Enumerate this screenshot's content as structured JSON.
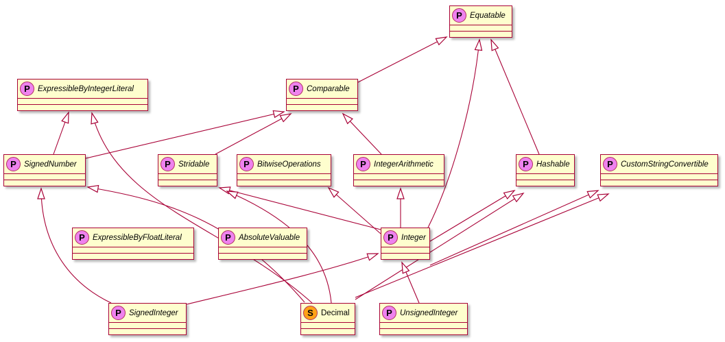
{
  "diagram": {
    "kind": "uml-class-diagram",
    "nodes": [
      {
        "id": "equatable",
        "label": "Equatable",
        "stereotype": "P",
        "kind": "protocol"
      },
      {
        "id": "ebil",
        "label": "ExpressibleByIntegerLiteral",
        "stereotype": "P",
        "kind": "protocol"
      },
      {
        "id": "comparable",
        "label": "Comparable",
        "stereotype": "P",
        "kind": "protocol"
      },
      {
        "id": "signednumber",
        "label": "SignedNumber",
        "stereotype": "P",
        "kind": "protocol"
      },
      {
        "id": "stridable",
        "label": "Stridable",
        "stereotype": "P",
        "kind": "protocol"
      },
      {
        "id": "bitwiseoperations",
        "label": "BitwiseOperations",
        "stereotype": "P",
        "kind": "protocol"
      },
      {
        "id": "integerarithmetic",
        "label": "IntegerArithmetic",
        "stereotype": "P",
        "kind": "protocol"
      },
      {
        "id": "hashable",
        "label": "Hashable",
        "stereotype": "P",
        "kind": "protocol"
      },
      {
        "id": "csc",
        "label": "CustomStringConvertible",
        "stereotype": "P",
        "kind": "protocol"
      },
      {
        "id": "ebfl",
        "label": "ExpressibleByFloatLiteral",
        "stereotype": "P",
        "kind": "protocol"
      },
      {
        "id": "absolutevaluable",
        "label": "AbsoluteValuable",
        "stereotype": "P",
        "kind": "protocol"
      },
      {
        "id": "integer",
        "label": "Integer",
        "stereotype": "P",
        "kind": "protocol"
      },
      {
        "id": "signedinteger",
        "label": "SignedInteger",
        "stereotype": "P",
        "kind": "protocol"
      },
      {
        "id": "decimal",
        "label": "Decimal",
        "stereotype": "S",
        "kind": "struct"
      },
      {
        "id": "unsignedinteger",
        "label": "UnsignedInteger",
        "stereotype": "P",
        "kind": "protocol"
      }
    ],
    "edges": [
      {
        "from": "comparable",
        "to": "equatable"
      },
      {
        "from": "hashable",
        "to": "equatable"
      },
      {
        "from": "integer",
        "to": "equatable"
      },
      {
        "from": "signednumber",
        "to": "ebil"
      },
      {
        "from": "decimal",
        "to": "ebil"
      },
      {
        "from": "signednumber",
        "to": "comparable"
      },
      {
        "from": "stridable",
        "to": "comparable"
      },
      {
        "from": "integerarithmetic",
        "to": "comparable"
      },
      {
        "from": "signedinteger",
        "to": "signednumber"
      },
      {
        "from": "decimal",
        "to": "signednumber"
      },
      {
        "from": "integer",
        "to": "stridable"
      },
      {
        "from": "decimal",
        "to": "stridable"
      },
      {
        "from": "integer",
        "to": "bitwiseoperations"
      },
      {
        "from": "integer",
        "to": "integerarithmetic"
      },
      {
        "from": "integer",
        "to": "hashable"
      },
      {
        "from": "decimal",
        "to": "hashable"
      },
      {
        "from": "integer",
        "to": "csc"
      },
      {
        "from": "decimal",
        "to": "csc"
      },
      {
        "from": "signedinteger",
        "to": "integer"
      },
      {
        "from": "unsignedinteger",
        "to": "integer"
      }
    ],
    "colors": {
      "box_fill": "#FEFECE",
      "box_border": "#A80036",
      "edge_line": "#A80036",
      "protocol_badge_fill": "#EE82EE",
      "struct_badge_fill": "#FFA216",
      "badge_border": "#B03060",
      "background": "#FFFFFF"
    }
  }
}
